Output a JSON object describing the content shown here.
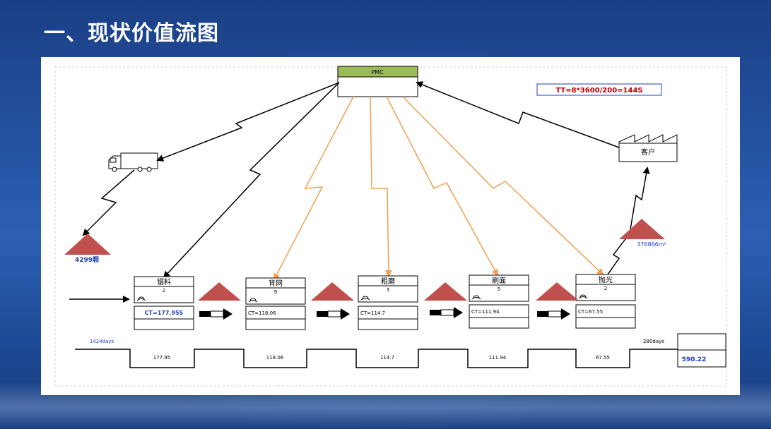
{
  "slide": {
    "title": "一、现状价值流图"
  },
  "pmc": {
    "label": "PMC",
    "header_color": "#9bbb59"
  },
  "takt": {
    "text": "TT=8*3600/200=144S",
    "color": "#c00000"
  },
  "customer": {
    "label": "客户"
  },
  "supplier_inventory": {
    "label": "4299颗"
  },
  "customer_inventory": {
    "label": "376866m²"
  },
  "processes": [
    {
      "name": "锯料",
      "operators": "2",
      "ct": "CT=177.95S"
    },
    {
      "name": "背网",
      "operators": "9",
      "ct": "CT=118.06"
    },
    {
      "name": "粗磨",
      "operators": "3",
      "ct": "CT=114.7"
    },
    {
      "name": "刷面",
      "operators": "5",
      "ct": "CT=111.94"
    },
    {
      "name": "抛光",
      "operators": "2",
      "ct": "CT=67.55"
    }
  ],
  "timeline": {
    "lead_left": "1424days",
    "lead_right": "280days",
    "process_times": [
      "177.95",
      "118.06",
      "114.7",
      "111.94",
      "67.55"
    ],
    "total": "590.22"
  },
  "colors": {
    "info_flow": "#000000",
    "electronic_flow": "#f0a050",
    "inventory": "#c0504d",
    "label_blue": "#1f3fbf"
  }
}
